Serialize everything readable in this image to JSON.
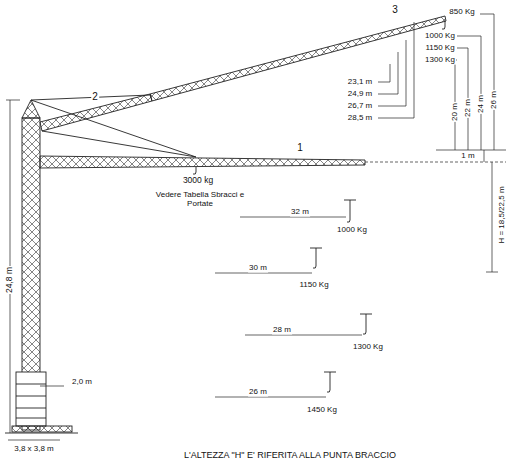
{
  "diagram": {
    "caption": "L'ALTEZZA \"H\" E' RIFERITA ALLA PUNTA BRACCIO",
    "labels": [
      "1",
      "2",
      "3",
      "850 Kg",
      "1000 Kg",
      "1150 Kg",
      "1300 Kg",
      "23,1 m",
      "24,9 m",
      "26,7 m",
      "28,5 m",
      "20 m",
      "22 m",
      "24 m",
      "26 m",
      "1 m",
      "3000 kg",
      "Vedere Tabella Sbracci e Portate",
      "32 m",
      "1000 Kg",
      "H = 18,5/22,5 m",
      "30 m",
      "1150 Kg",
      "28 m",
      "1300 Kg",
      "26 m",
      "1450 Kg",
      "24,8 m",
      "2,0 m",
      "3,8 x 3,8 m"
    ]
  }
}
